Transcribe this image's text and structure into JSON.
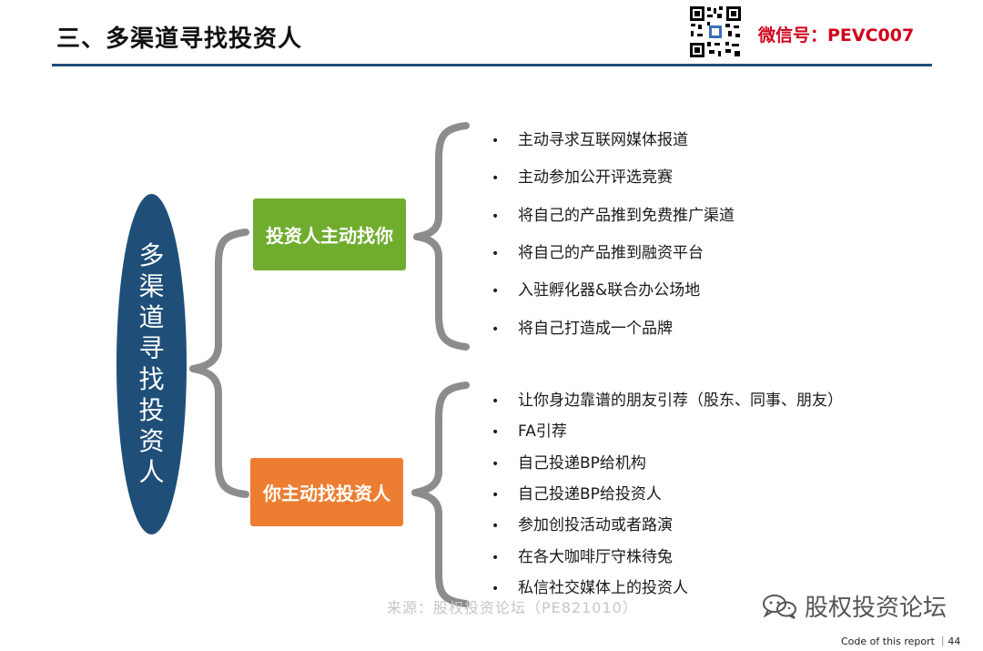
{
  "header": {
    "title": "三、多渠道寻找投资人",
    "wechat": "微信号：PEVC007"
  },
  "root": {
    "label": "多渠道寻找投资人"
  },
  "branches": [
    {
      "label": "投资人主动找你",
      "color": "#70ad2f",
      "items": [
        "主动寻求互联网媒体报道",
        "主动参加公开评选竞赛",
        "将自己的产品推到免费推广渠道",
        "将自己的产品推到融资平台",
        "入驻孵化器&联合办公场地",
        "将自己打造成一个品牌"
      ]
    },
    {
      "label": "你主动找投资人",
      "color": "#ed7d31",
      "items": [
        "让你身边靠谱的朋友引荐（股东、同事、朋友）",
        "FA引荐",
        "自己投递BP给机构",
        "自己投递BP给投资人",
        "参加创投活动或者路演",
        "在各大咖啡厅守株待兔",
        "私信社交媒体上的投资人"
      ]
    }
  ],
  "watermark": {
    "source": "来源：股权投资论坛（PE821010）",
    "forum": "股权投资论坛",
    "forum_icon": "wechat-icon"
  },
  "footer": {
    "text": "Code of this report ｜44"
  },
  "colors": {
    "root": "#1f4e79",
    "brace": "#8c8c8c",
    "accent_red": "#d0021b"
  }
}
